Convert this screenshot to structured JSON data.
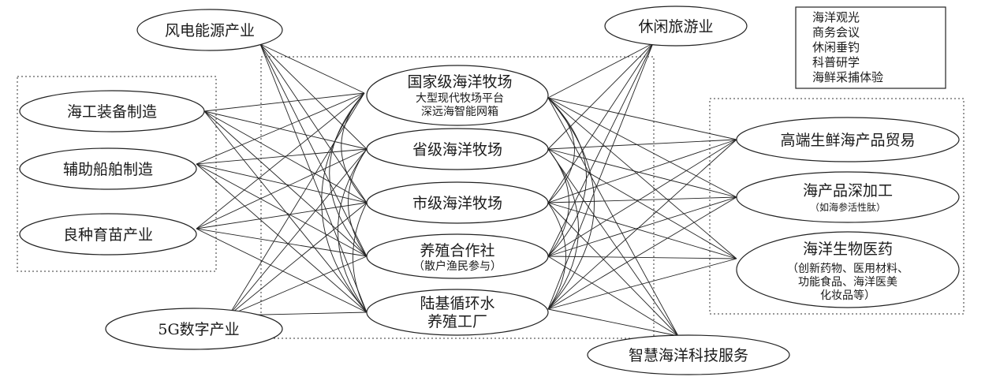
{
  "nodes": {
    "wind_power": {
      "label": "风电能源产业"
    },
    "marine_equipment": {
      "label": "海工装备制造"
    },
    "aux_ship": {
      "label": "辅助船舶制造"
    },
    "seed_breeding": {
      "label": "良种育苗产业"
    },
    "fiveg_digital": {
      "label": "5G数字产业"
    },
    "national_ranch": {
      "label": "国家级海洋牧场",
      "sub1": "大型现代牧场平台",
      "sub2": "深远海智能网箱"
    },
    "provincial_ranch": {
      "label": "省级海洋牧场"
    },
    "municipal_ranch": {
      "label": "市级海洋牧场"
    },
    "aquaculture_coop": {
      "label": "养殖合作社",
      "sub1": "（散户渔民参与）"
    },
    "land_recirc": {
      "label1": "陆基循环水",
      "label2": "养殖工厂"
    },
    "leisure_tourism": {
      "label": "休闲旅游业"
    },
    "seafood_trade": {
      "label": "高端生鲜海产品贸易"
    },
    "deep_processing": {
      "label": "海产品深加工",
      "sub1": "（如海参活性肽）"
    },
    "bio_pharma": {
      "label": "海洋生物医药",
      "sub1": "（创新药物、医用材料、",
      "sub2": "功能食品、海洋医美",
      "sub3": "化妆品等）"
    },
    "smart_tech": {
      "label": "智慧海洋科技服务"
    }
  },
  "tourism_list": [
    "海洋观光",
    "商务会议",
    "休闲垂钓",
    "科普研学",
    "海鲜采捕体验"
  ]
}
